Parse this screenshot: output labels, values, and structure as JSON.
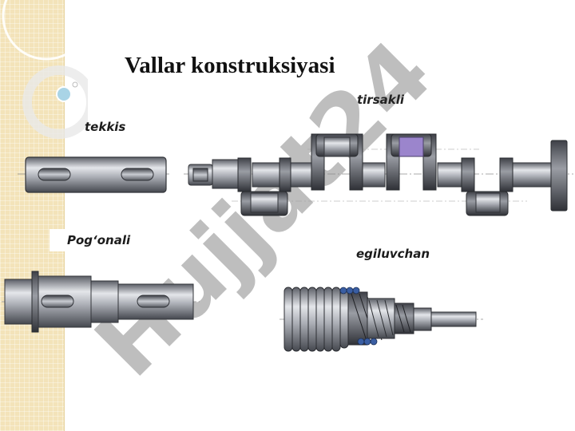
{
  "slide": {
    "title": "Vallar konstruksiyasi",
    "labels": {
      "smooth": "tekkis",
      "crank": "tirsakli",
      "stepped": "Pog‘onali",
      "flexible": "egiluvchan"
    },
    "watermark": "Hujjat24"
  },
  "colors": {
    "side_panel": "#f3e3b9",
    "metal_dark": "#4a4d55",
    "metal_light": "#d7d9de",
    "watermark": "#8a8a8a",
    "watermark_accent": "#a884d8"
  }
}
